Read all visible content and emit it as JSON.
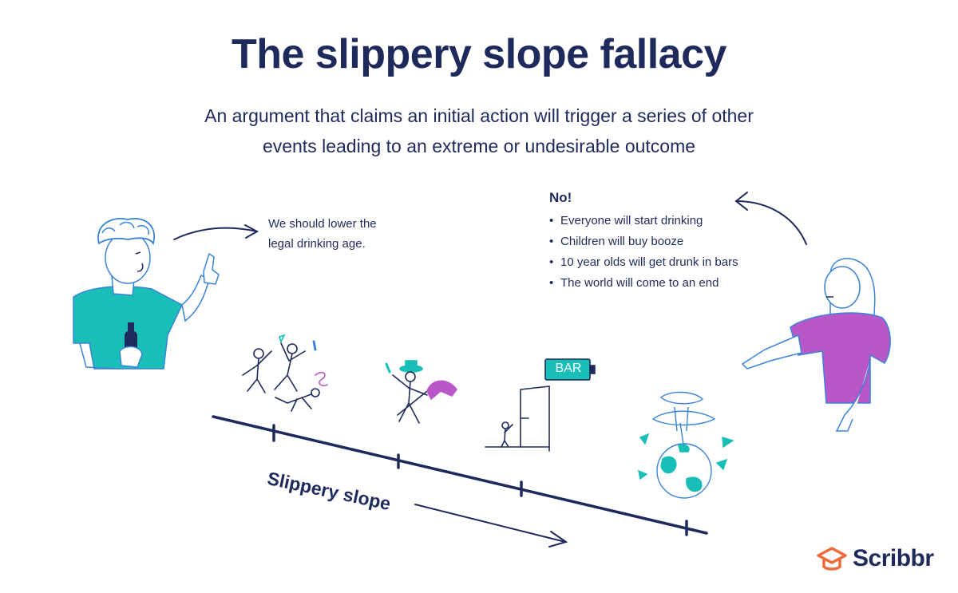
{
  "title": "The slippery slope fallacy",
  "subtitle_line1": "An argument that claims an initial action will trigger a series of other",
  "subtitle_line2": "events leading to an extreme or undesirable outcome",
  "left_quote_line1": "We should lower the",
  "left_quote_line2": "legal drinking age.",
  "response": {
    "heading": "No!",
    "items": [
      "Everyone will start drinking",
      "Children will buy booze",
      "10 year olds will get drunk in bars",
      "The world will come to an end"
    ]
  },
  "slope_label": "Slippery slope",
  "bar_sign": "BAR",
  "logo_text": "Scribbr",
  "colors": {
    "navy": "#1f2a5c",
    "teal": "#19bfb6",
    "purple": "#b957c9",
    "orange": "#ef6a3c",
    "light_blue": "#5aa9e6"
  },
  "icons": [
    "person-teal-shirt-icon",
    "person-purple-shirt-icon",
    "partying-people-icon",
    "child-hobby-horse-icon",
    "bar-door-icon",
    "exploding-world-icon",
    "scribbr-logo-icon"
  ]
}
